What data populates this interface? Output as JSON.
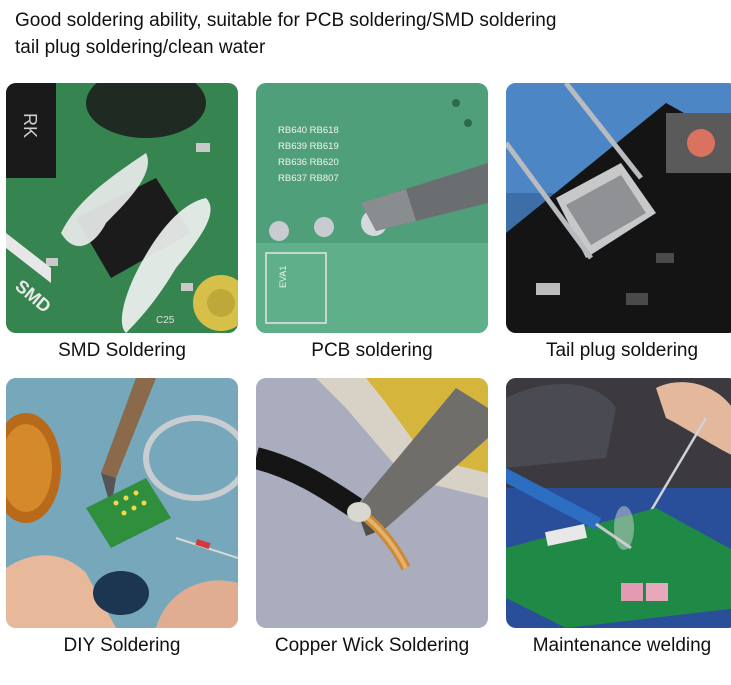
{
  "header": {
    "line1": "Good soldering ability, suitable for PCB soldering/SMD soldering",
    "line2": "tail plug soldering/clean water"
  },
  "panels": [
    {
      "caption": "SMD Soldering",
      "pcb_text": [
        "RK",
        "SMD",
        "C25"
      ]
    },
    {
      "caption": "PCB soldering",
      "pcb_text": [
        "RB640 RB618",
        "RB639 RB619",
        "RB636 RB620",
        "RB637 RB807",
        "EVA1"
      ]
    },
    {
      "caption": "Tail plug soldering"
    },
    {
      "caption": "DIY Soldering"
    },
    {
      "caption": "Copper Wick Soldering"
    },
    {
      "caption": "Maintenance welding"
    }
  ]
}
